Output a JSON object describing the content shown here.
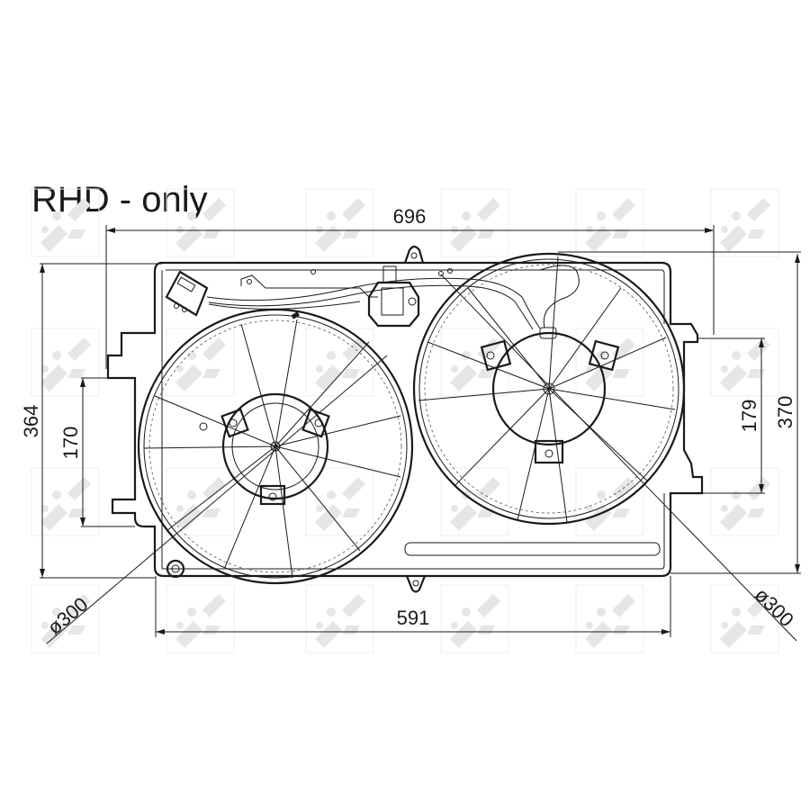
{
  "title": "RHD - only",
  "watermark": "NRF",
  "dimensions": {
    "overall_width": "696",
    "frame_width": "591",
    "left_height": "364",
    "left_mount_spacing": "170",
    "right_height": "370",
    "right_mount_spacing": "179",
    "left_fan_diameter": "ø300",
    "right_fan_diameter": "ø300"
  },
  "colors": {
    "line": "#1a1a1a",
    "watermark": "#e6e6e6",
    "background": "#ffffff"
  }
}
